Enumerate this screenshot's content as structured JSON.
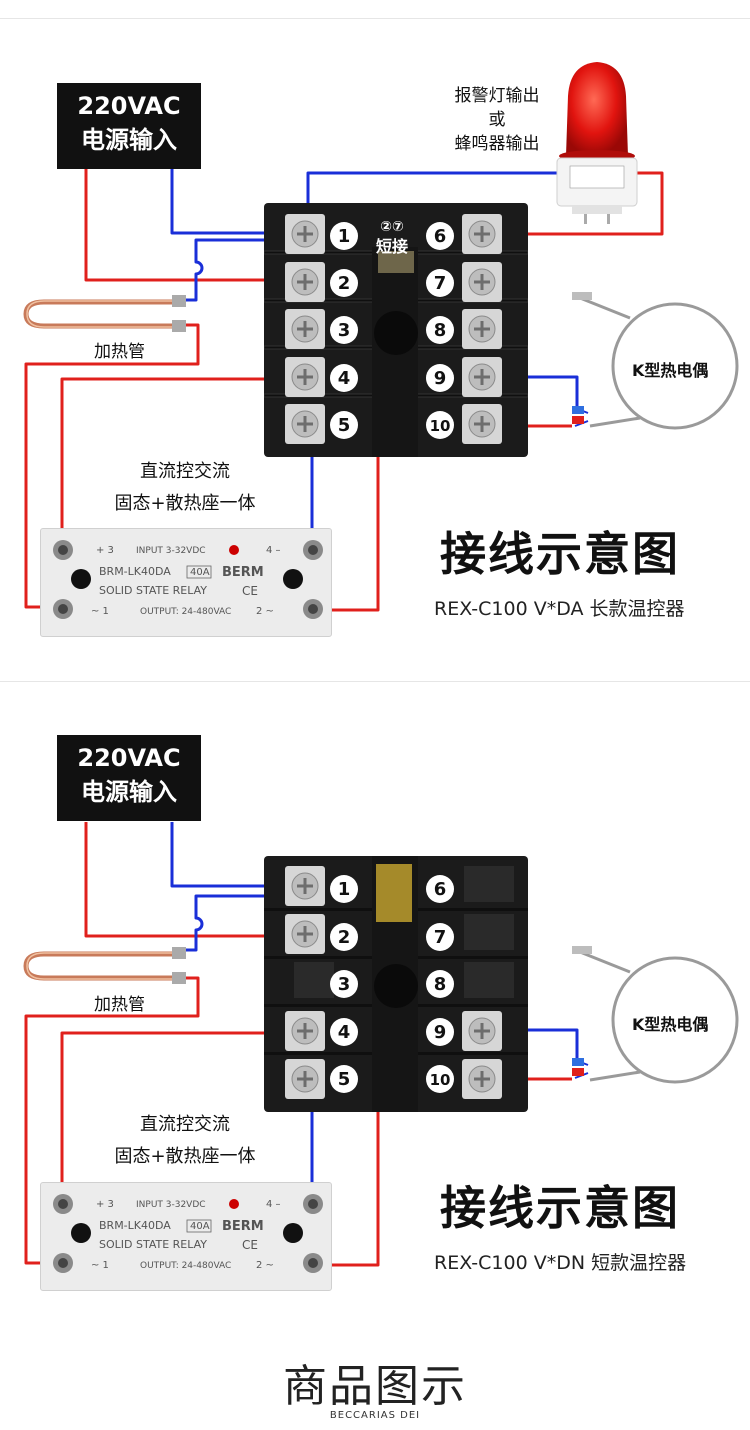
{
  "diagram1": {
    "power": {
      "line1": "220VAC",
      "line2": "电源输入"
    },
    "alarm": {
      "line1": "报警灯输出",
      "line2": "或",
      "line3": "蜂鸣器输出"
    },
    "shorting_note": {
      "symbols": "②⑦",
      "text": "短接"
    },
    "heater_label": "加热管",
    "thermocouple_label": "K型热电偶",
    "ssr_caption": {
      "line1": "直流控交流",
      "line2": "固态+散热座一体"
    },
    "title": "接线示意图",
    "model": "REX-C100 V*DA 长款温控器",
    "terminals_left": [
      "1",
      "2",
      "3",
      "4",
      "5"
    ],
    "terminals_right": [
      "6",
      "7",
      "8",
      "9",
      "10"
    ]
  },
  "diagram2": {
    "power": {
      "line1": "220VAC",
      "line2": "电源输入"
    },
    "heater_label": "加热管",
    "thermocouple_label": "K型热电偶",
    "ssr_caption": {
      "line1": "直流控交流",
      "line2": "固态+散热座一体"
    },
    "title": "接线示意图",
    "model": "REX-C100 V*DN 短款温控器",
    "terminals_left": [
      "1",
      "2",
      "3",
      "4",
      "5"
    ],
    "terminals_right": [
      "6",
      "7",
      "8",
      "9",
      "10"
    ]
  },
  "ssr": {
    "input_label": "INPUT 3-32VDC",
    "output_label": "OUTPUT: 24-480VAC",
    "model": "BRM-LK40DA",
    "rating": "40A",
    "brand": "BERM",
    "type": "SOLID STATE RELAY",
    "ce": "CE",
    "t3": "+ 3",
    "t4": "4 –",
    "t1": "~ 1",
    "t2": "2 ~"
  },
  "footer": {
    "title": "商品图示",
    "subtitle": "BECCARIAS DEI"
  },
  "colors": {
    "red_wire": "#e0201c",
    "blue_wire": "#1a2fd8",
    "block": "#1b1b1b",
    "terminal": "#d8d8d8"
  }
}
